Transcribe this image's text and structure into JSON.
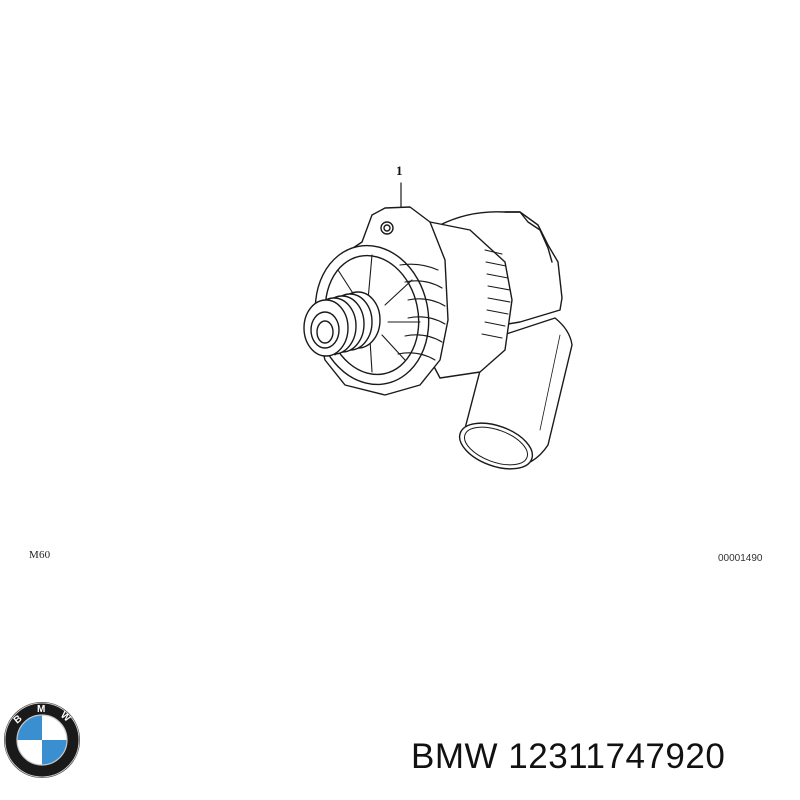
{
  "diagram": {
    "callout_number": "1",
    "engine_code": "M60",
    "drawing_number": "00001490",
    "part_name": "alternator-illustration"
  },
  "logo": {
    "letters": [
      "B",
      "M",
      "W"
    ],
    "colors": {
      "ring": "#1a1a1a",
      "blue": "#3a8fd0",
      "white": "#ffffff",
      "silver": "#c8c8c8"
    }
  },
  "caption": {
    "text": "BMW 12311747920",
    "brand": "BMW",
    "part_number": "12311747920"
  }
}
